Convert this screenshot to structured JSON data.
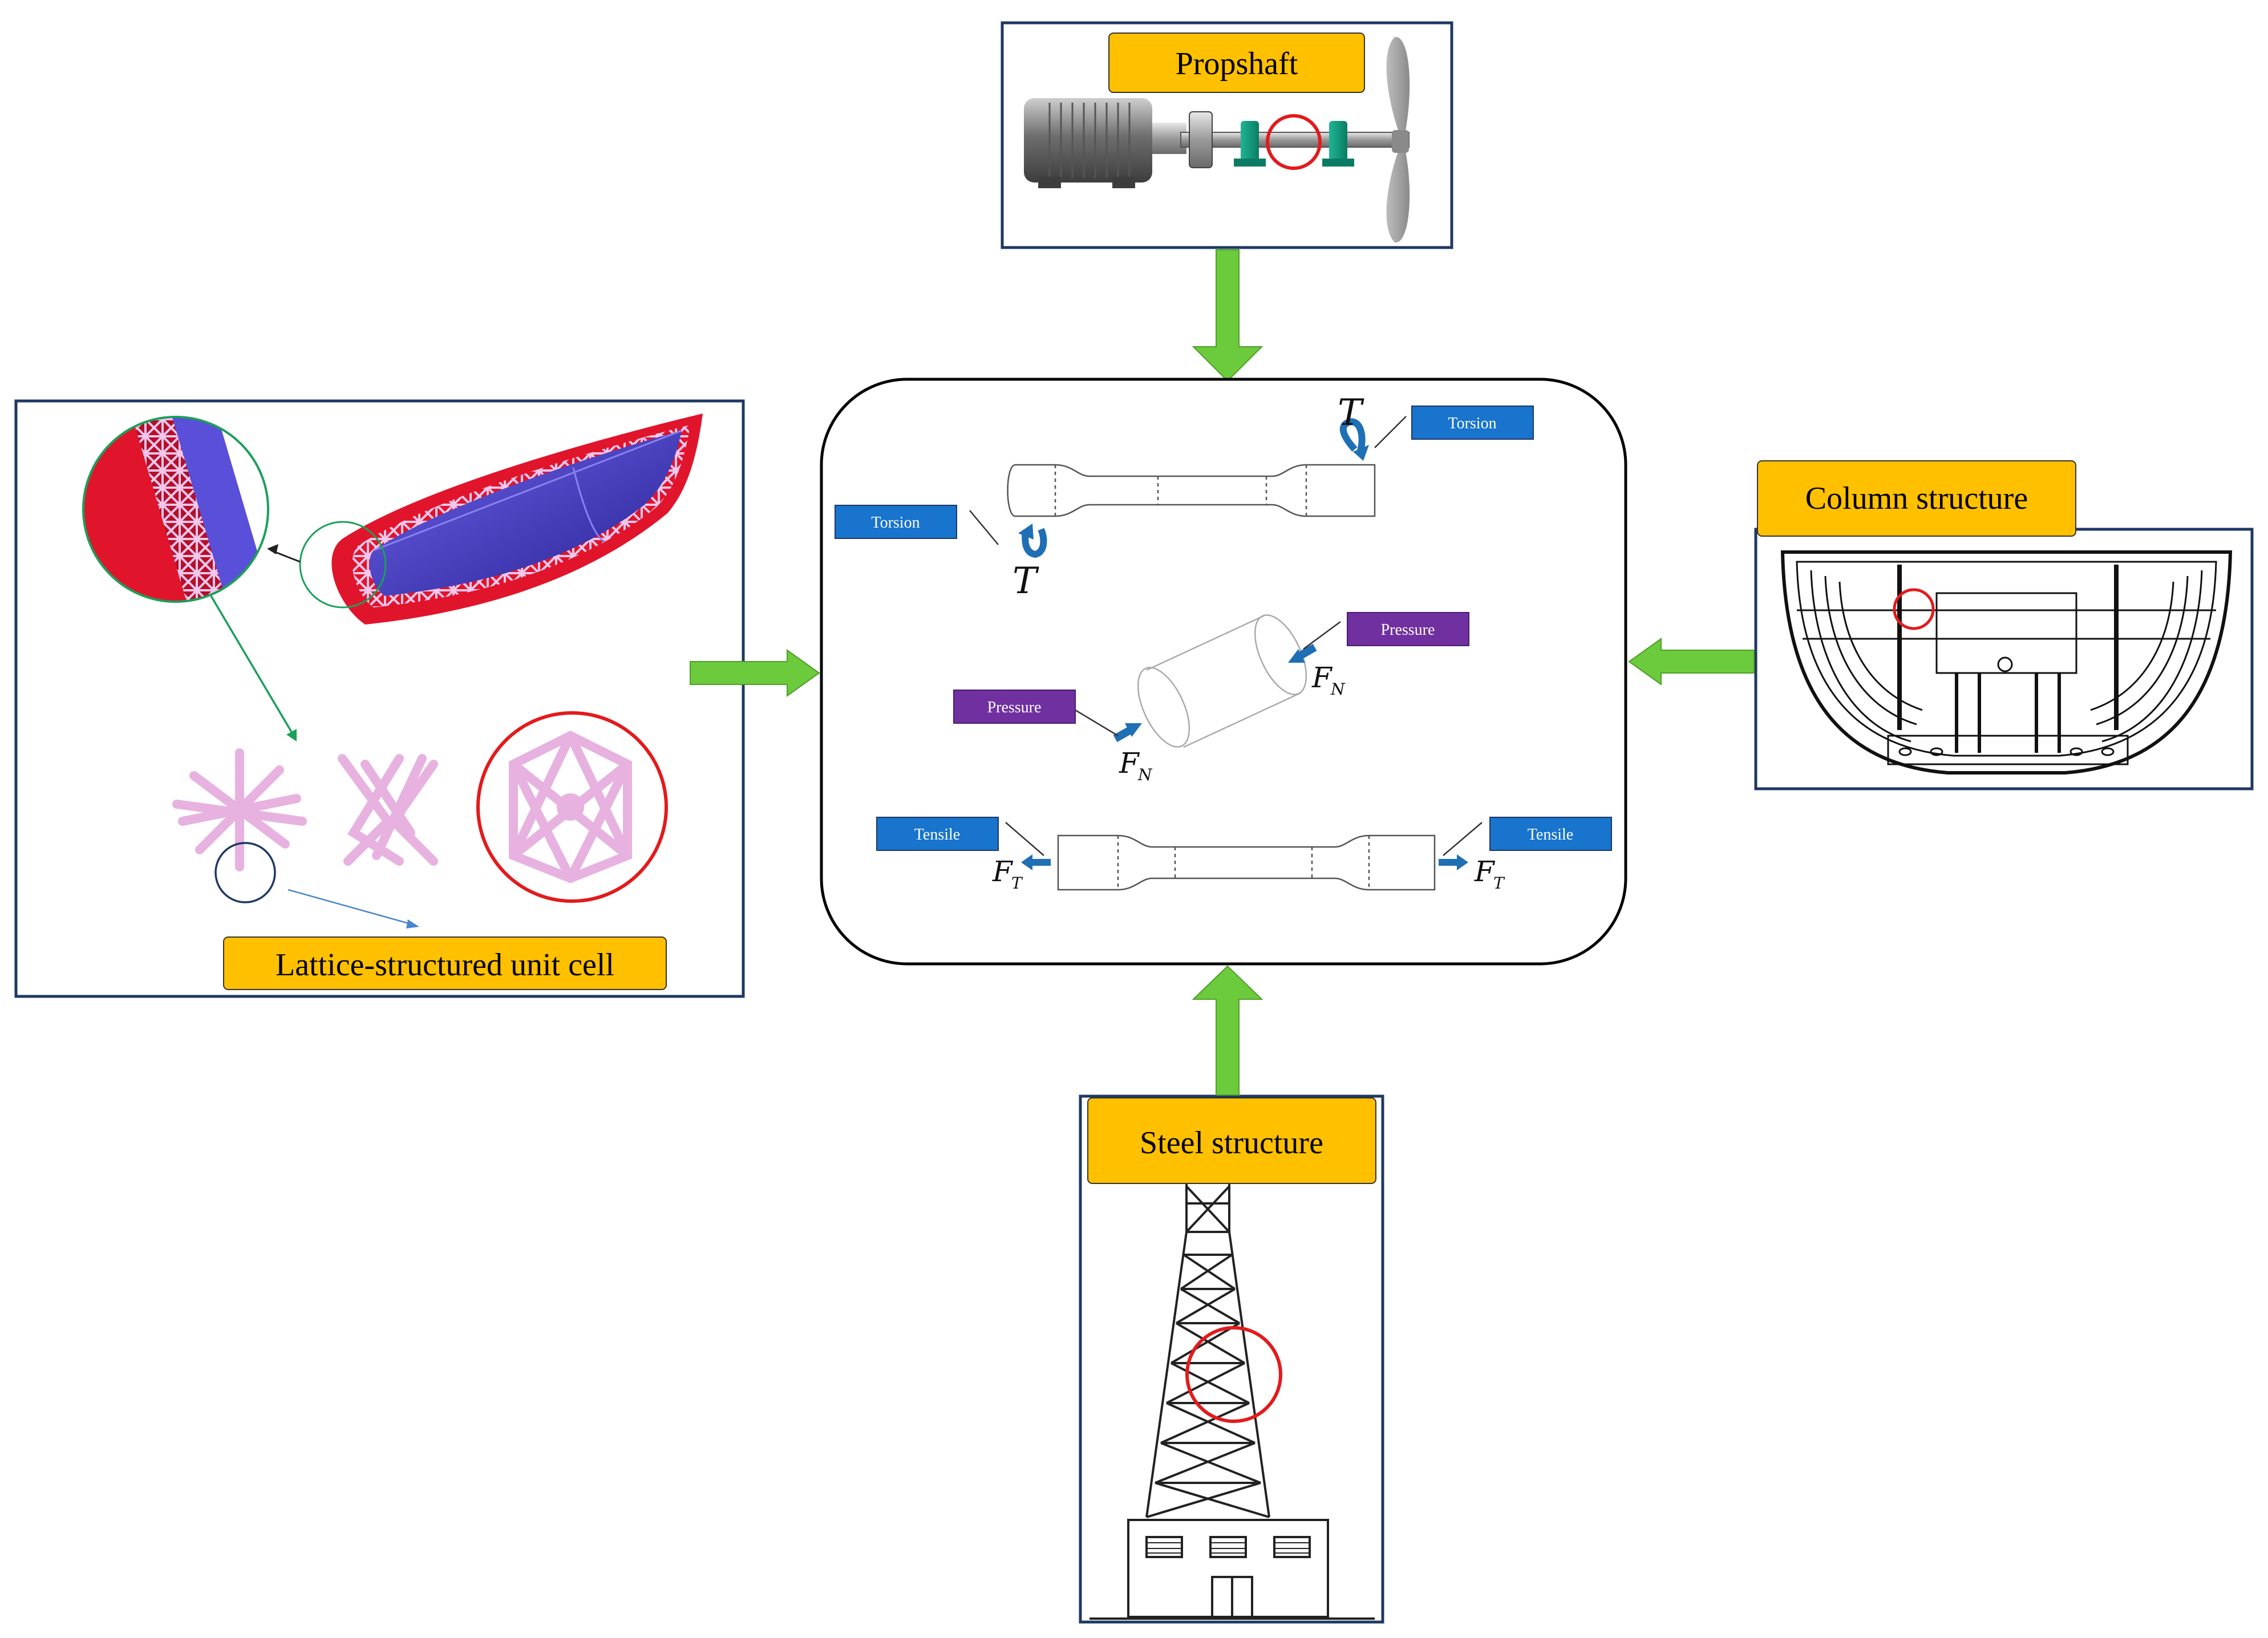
{
  "panels": {
    "propshaft": {
      "title": "Propshaft"
    },
    "column": {
      "title": "Column structure"
    },
    "steel": {
      "title": "Steel structure"
    },
    "lattice": {
      "title": "Lattice-structured unit cell"
    }
  },
  "center": {
    "torsion_right": "Torsion",
    "torsion_left": "Torsion",
    "pressure_right": "Pressure",
    "pressure_left": "Pressure",
    "tensile_left": "Tensile",
    "tensile_right": "Tensile",
    "symbol_torque": "T",
    "symbol_force": "F",
    "sub_normal": "N",
    "sub_tensile": "T"
  },
  "colors": {
    "yellow": "#FFC000",
    "blue_label": "#1874CD",
    "purple_label": "#7030A0",
    "green_arrow": "#6CCB3C",
    "red_circle": "#E31A1C",
    "navy_border": "#1F3864",
    "lattice_pink": "#E7B2E0",
    "hull_red": "#E0152B",
    "hull_blue": "#5A4FD8"
  }
}
